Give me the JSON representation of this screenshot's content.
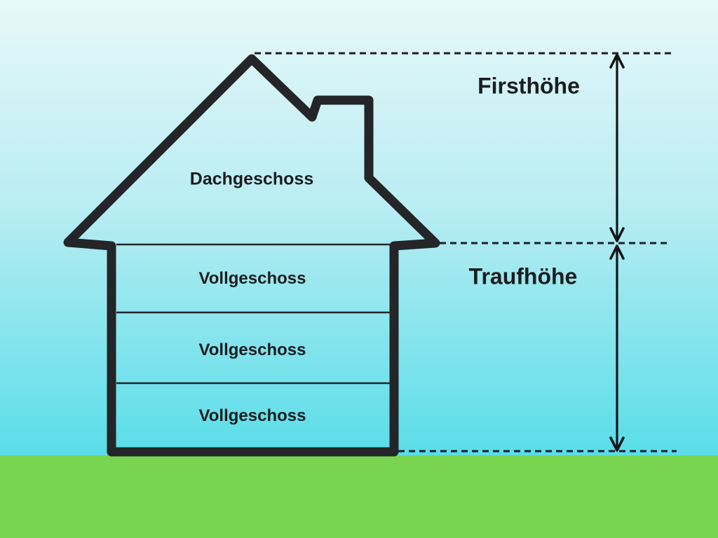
{
  "labels": {
    "attic": "Dachgeschoss",
    "floors": [
      "Vollgeschoss",
      "Vollgeschoss",
      "Vollgeschoss"
    ],
    "ridge_height": "Firsthöhe",
    "eaves_height": "Traufhöhe"
  },
  "colors": {
    "sky_top": "#e7f8fa",
    "sky_mid": "#b9edf2",
    "sky_bottom": "#59dde9",
    "grass": "#79d550",
    "outline": "#232528",
    "text": "#1b1d1f"
  }
}
